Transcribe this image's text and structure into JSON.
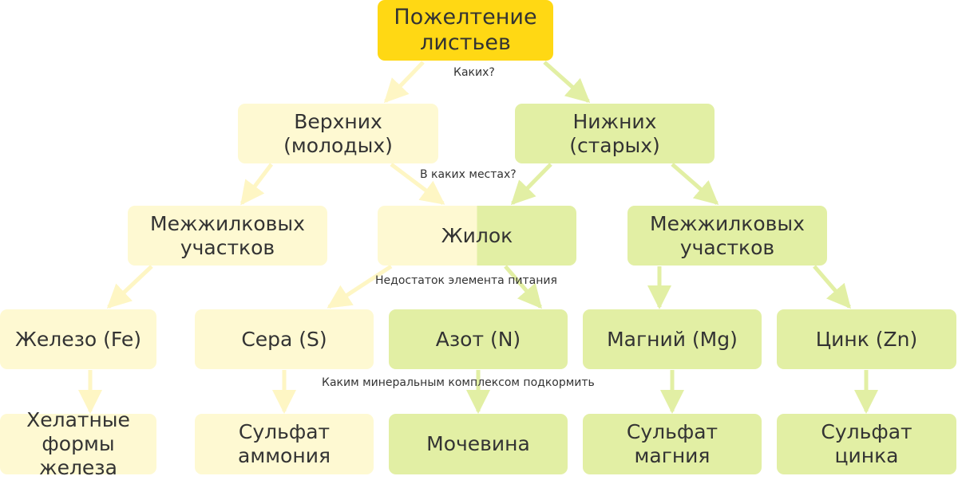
{
  "title": "Пожелтение листьев",
  "colors": {
    "root": "#ffd814",
    "young_branch": "#fef9d2",
    "old_branch": "#e2efa4",
    "text": "#333333"
  },
  "questions": {
    "q1": "Каких?",
    "q2": "В каких местах?",
    "q3": "Недостаток элемента питания",
    "q4": "Каким минеральным комплексом подкормить"
  },
  "nodes": {
    "root": "Пожелтение\nлистьев",
    "upper": "Верхних\n(молодых)",
    "lower": "Нижних\n(старых)",
    "interveinal_young": "Межжилковых\nучастков",
    "veins": "Жилок",
    "interveinal_old": "Межжилковых\nучастков",
    "iron": "Железо (Fe)",
    "sulfur": "Сера (S)",
    "nitrogen": "Азот (N)",
    "magnesium": "Магний (Mg)",
    "zinc": "Цинк (Zn)",
    "iron_fix": "Хелатные\nформы железа",
    "sulfur_fix": "Сульфат\nаммония",
    "nitrogen_fix": "Мочевина",
    "magnesium_fix": "Сульфат\nмагния",
    "zinc_fix": "Сульфат\nцинка"
  }
}
